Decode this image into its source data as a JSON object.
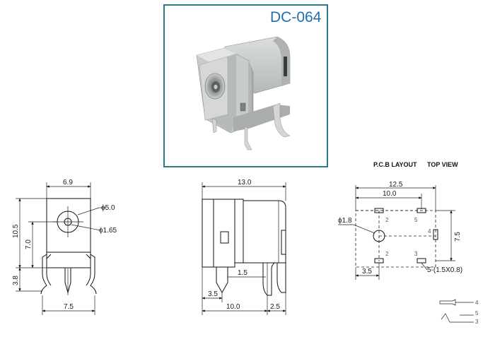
{
  "title": "DC-064",
  "colors": {
    "frame": "#2a7c8c",
    "title": "#1f6fb0",
    "body": "#9ea2a2"
  },
  "front_view": {
    "width": "6.9",
    "height": "10.5",
    "center_height": "7.0",
    "pin_length": "3.8",
    "pin_span": "7.5",
    "outer_dia": "ϕ5.0",
    "inner_dia": "ϕ1.65"
  },
  "side_view": {
    "length": "13.0",
    "pin_width": "1.5",
    "pin_offset": "3.5",
    "pin_pitch": "10.0",
    "rear_offset": "2.5"
  },
  "pcb": {
    "label": "P.C.B LAYOUT",
    "label2": "TOP VIEW",
    "width": "12.5",
    "pitch": "10.0",
    "hole_dia": "ϕ1.8",
    "height": "7.5",
    "x_offset": "3.5",
    "slot_note": "5-(1.5X0.8)",
    "pad_numbers": [
      "2",
      "5",
      "4",
      "2",
      "3"
    ]
  },
  "schematic": {
    "pins": [
      "4",
      "5",
      "3"
    ]
  }
}
